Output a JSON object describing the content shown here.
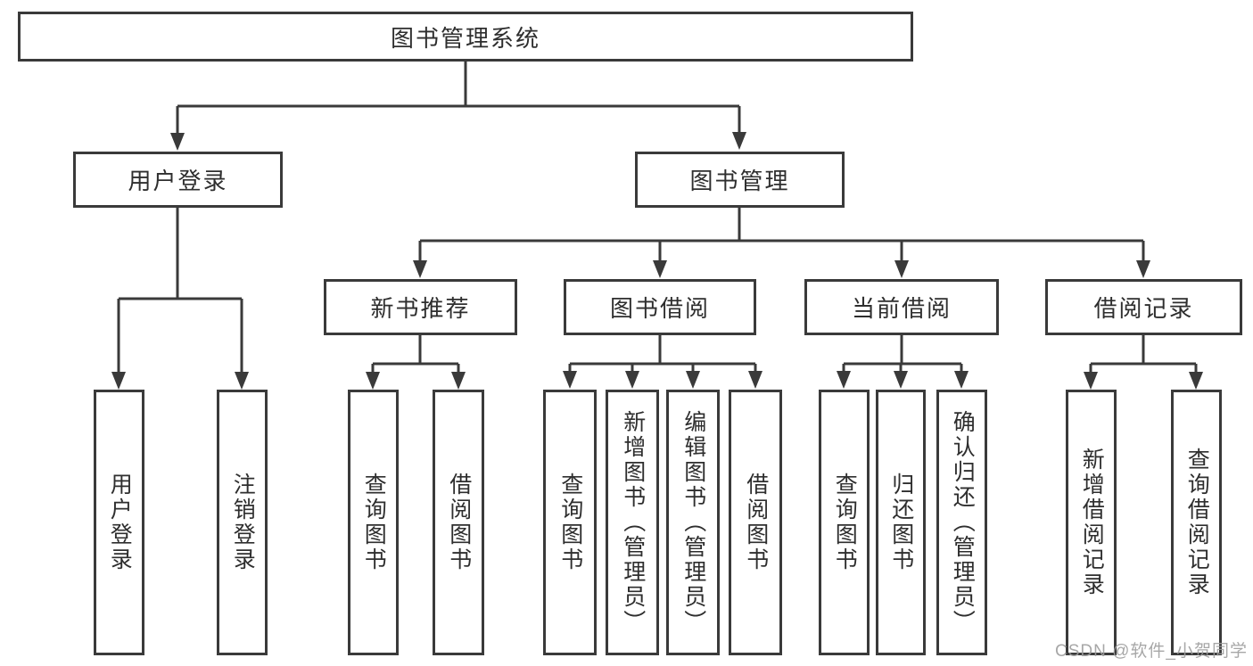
{
  "diagram": {
    "tree": {
      "root": {
        "label": "图书管理系统",
        "children": [
          {
            "label": "用户登录",
            "children": [
              {
                "label": "用户登录"
              },
              {
                "label": "注销登录"
              }
            ]
          },
          {
            "label": "图书管理",
            "children": [
              {
                "label": "新书推荐",
                "children": [
                  {
                    "label": "查询图书"
                  },
                  {
                    "label": "借阅图书"
                  }
                ]
              },
              {
                "label": "图书借阅",
                "children": [
                  {
                    "label": "查询图书"
                  },
                  {
                    "label": "新增图书（管理员）"
                  },
                  {
                    "label": "编辑图书（管理员）"
                  },
                  {
                    "label": "借阅图书"
                  }
                ]
              },
              {
                "label": "当前借阅",
                "children": [
                  {
                    "label": "查询图书"
                  },
                  {
                    "label": "归还图书"
                  },
                  {
                    "label": "确认归还（管理员）"
                  }
                ]
              },
              {
                "label": "借阅记录",
                "children": [
                  {
                    "label": "新增借阅记录"
                  },
                  {
                    "label": "查询借阅记录"
                  }
                ]
              }
            ]
          }
        ]
      }
    },
    "colors": {
      "line": "#3a3a3a",
      "text": "#2e2e2e",
      "watermark": "#9e9e9e",
      "background": "#ffffff"
    },
    "watermark": "CSDN @软件_小贺同学"
  }
}
